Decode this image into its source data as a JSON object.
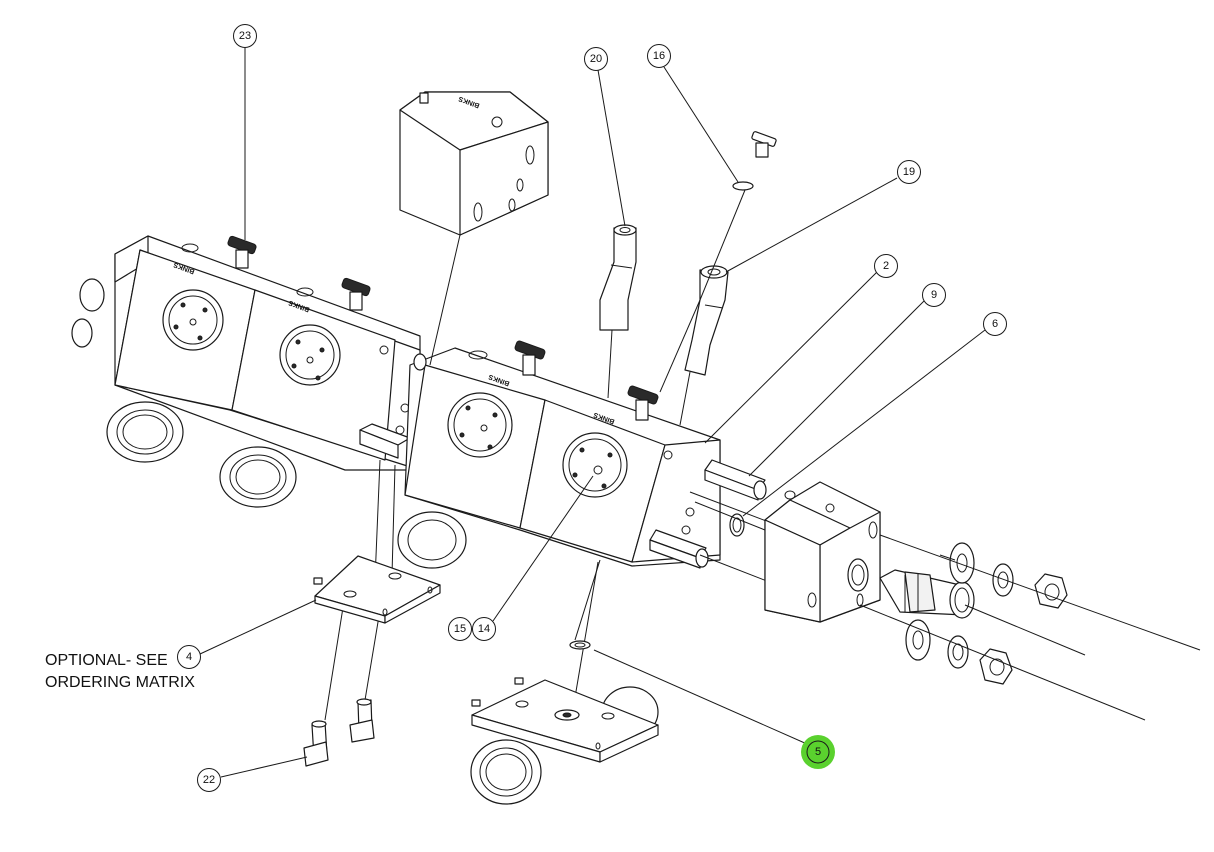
{
  "diagram": {
    "note_lines": [
      "OPTIONAL- SEE",
      "ORDERING MATRIX"
    ],
    "brand_text": "BINKS",
    "highlight_color": "#5ad12e",
    "callouts": [
      {
        "id": "23",
        "label": "23"
      },
      {
        "id": "20",
        "label": "20"
      },
      {
        "id": "16",
        "label": "16"
      },
      {
        "id": "19",
        "label": "19"
      },
      {
        "id": "2",
        "label": "2"
      },
      {
        "id": "9",
        "label": "9"
      },
      {
        "id": "6",
        "label": "6"
      },
      {
        "id": "4",
        "label": "4"
      },
      {
        "id": "15",
        "label": "15"
      },
      {
        "id": "14",
        "label": "14"
      },
      {
        "id": "5",
        "label": "5",
        "highlighted": true
      },
      {
        "id": "22",
        "label": "22"
      }
    ]
  }
}
